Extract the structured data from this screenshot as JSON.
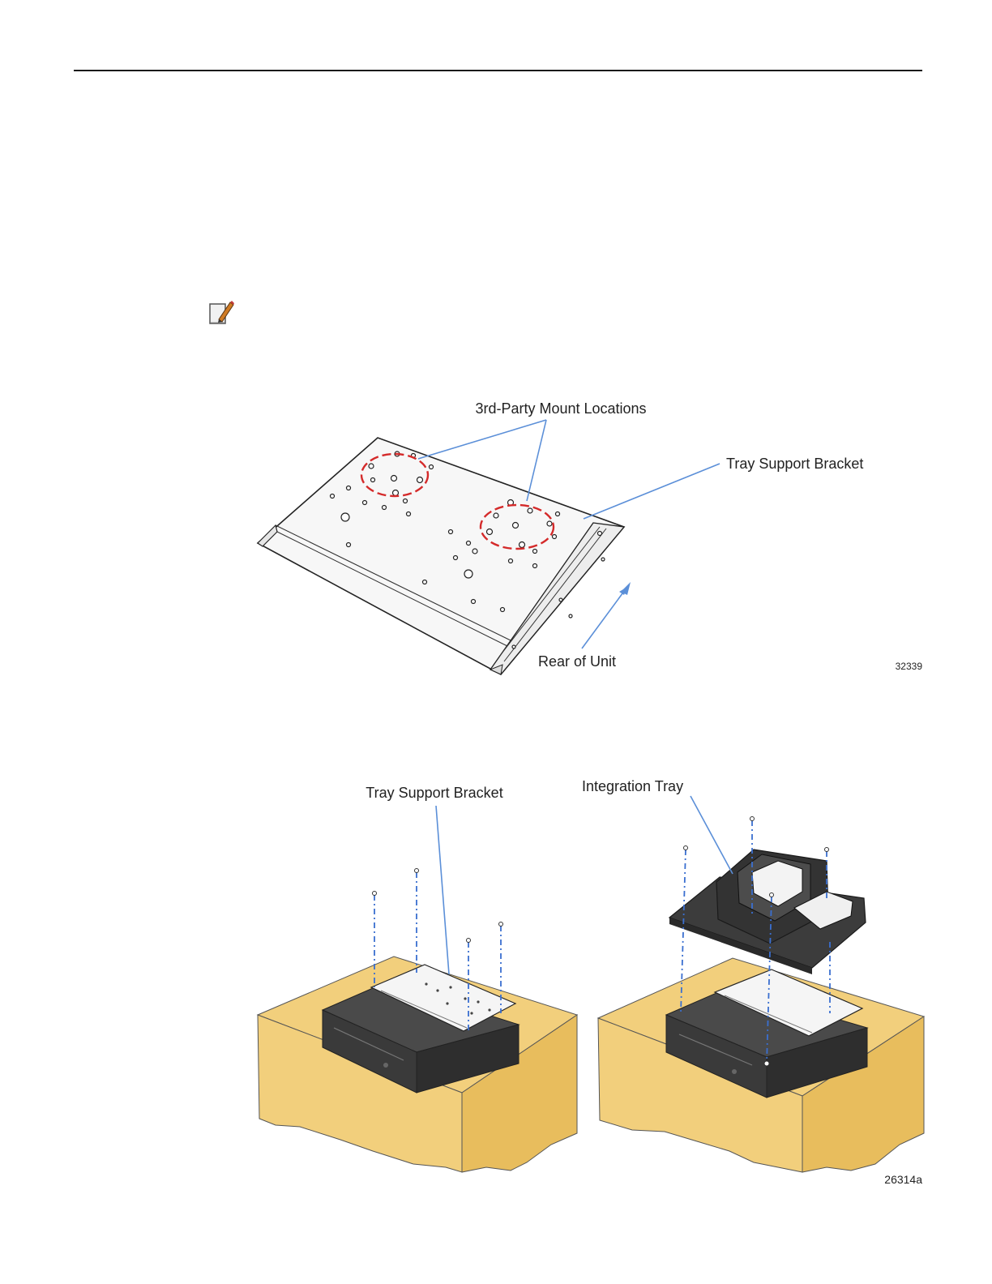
{
  "page": {
    "note_icon": "note-pencil-icon"
  },
  "figure1": {
    "callout_mounts": "3rd-Party Mount Locations",
    "callout_bracket": "Tray Support Bracket",
    "callout_rear": "Rear of Unit",
    "figure_id": "32339"
  },
  "figure2": {
    "callout_bracket": "Tray Support Bracket",
    "callout_tray": "Integration Tray",
    "figure_id": "26314a"
  },
  "colors": {
    "callout_line": "#5b8fd8",
    "dashed_circle": "#d42a2a",
    "table_wood": "#f2cf7c",
    "table_wood_side": "#e8bd5d",
    "drawer_dark": "#3a3a3a"
  }
}
